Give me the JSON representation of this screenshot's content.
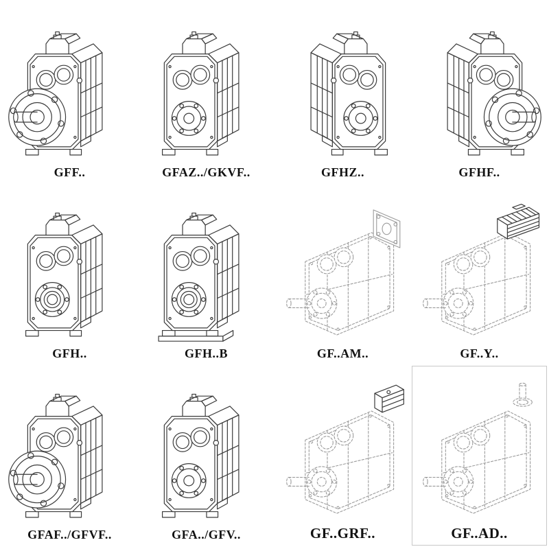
{
  "page": {
    "type": "gear-reducer-catalog-sheet",
    "colors": {
      "line": "#3a3a3a",
      "phantom_line": "#9b9b9b",
      "background": "#ffffff"
    }
  },
  "grid": {
    "items": [
      {
        "label": "GFF..",
        "drawing": "gearbox-flange-output-drawing"
      },
      {
        "label": "GFAZ../GKVF..",
        "drawing": "gearbox-hollow-shaft-drawing"
      },
      {
        "label": "GFHZ..",
        "drawing": "gearbox-hollow-shaft-mirrored-drawing"
      },
      {
        "label": "GFHF..",
        "drawing": "gearbox-flange-output-mirrored-drawing"
      },
      {
        "label": "GFH..",
        "drawing": "gearbox-foot-mounted-drawing"
      },
      {
        "label": "GFH..B",
        "drawing": "gearbox-foot-mounted-baseplate-drawing"
      },
      {
        "label": "GF..AM..",
        "drawing": "gearbox-phantom-motor-adapter-flange-drawing"
      },
      {
        "label": "GF..Y..",
        "drawing": "gearbox-phantom-with-motor-drawing"
      },
      {
        "label": "GFAF../GFVF..",
        "drawing": "gearbox-flange-output-drawing"
      },
      {
        "label": "GFA../GFV..",
        "drawing": "gearbox-hollow-shaft-drawing"
      },
      {
        "label": "GF..GRF..",
        "drawing": "gearbox-phantom-adapter-box-drawing"
      },
      {
        "label": "GF..AD..",
        "drawing": "gearbox-phantom-top-shaft-drawing"
      }
    ]
  }
}
